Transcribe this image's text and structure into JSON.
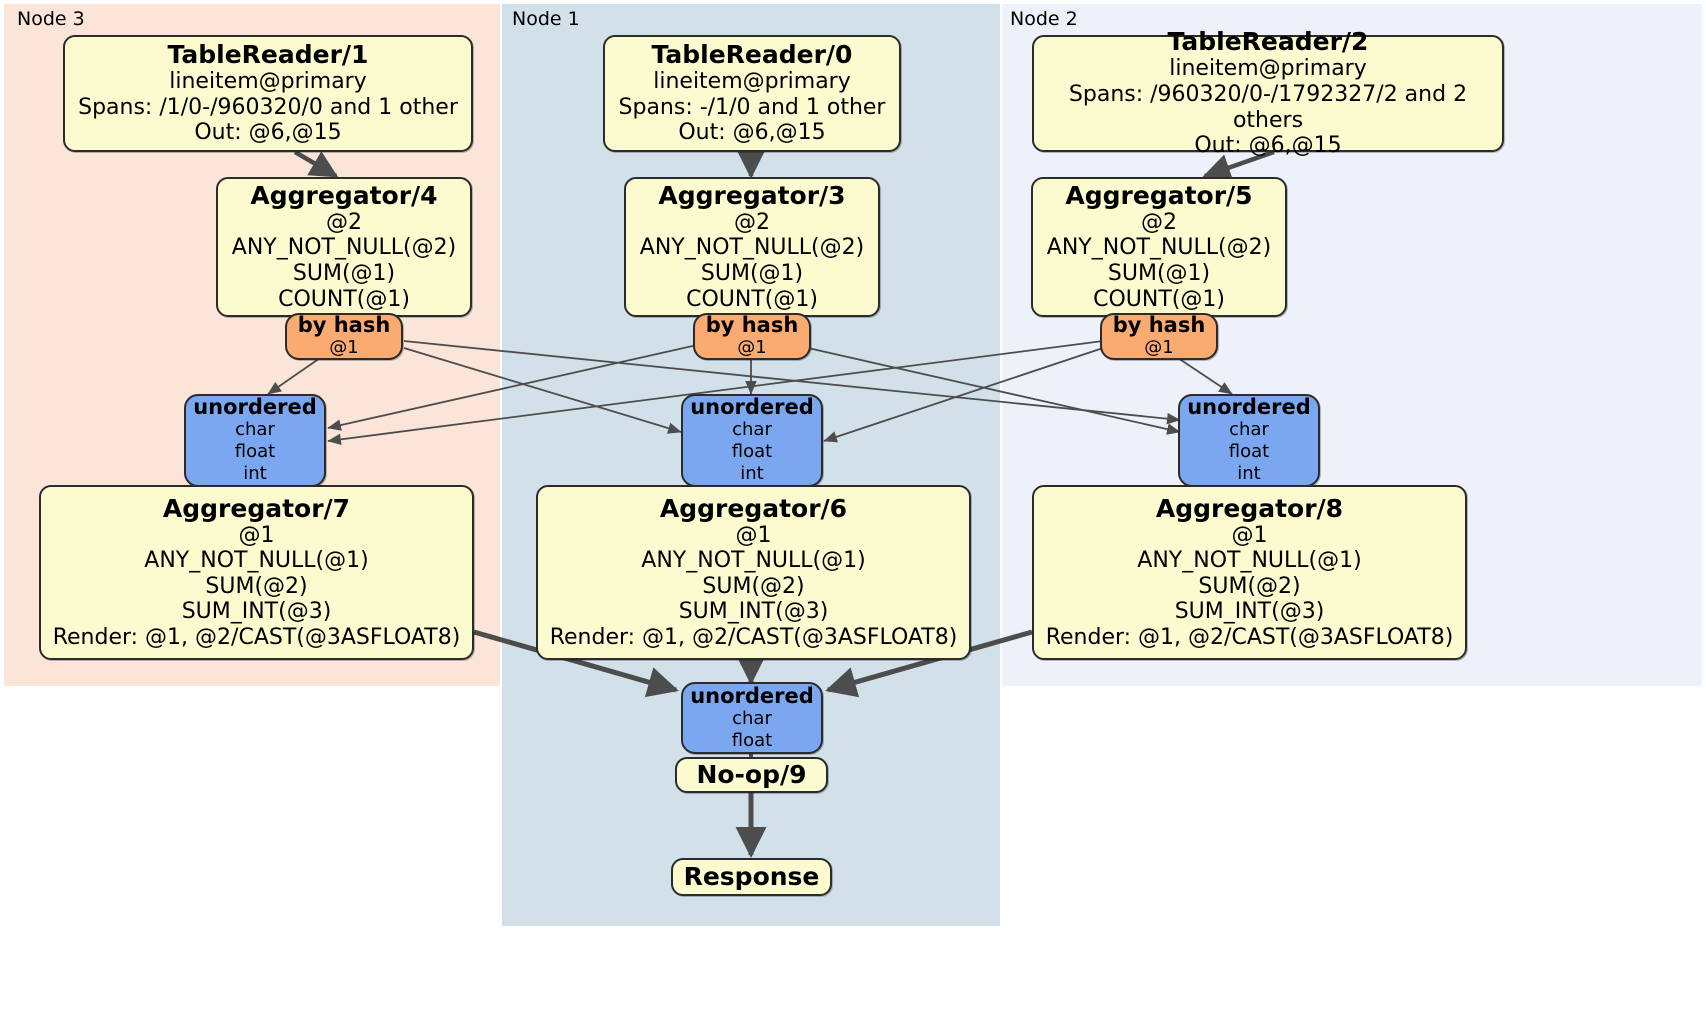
{
  "diagram": {
    "type": "distributed-query-plan",
    "colors": {
      "node3_bg": "#fbe4d8",
      "node1_bg": "#d2e0ea",
      "node2_bg": "#edf1fa",
      "processor_fill": "#fbfbcf",
      "hash_router_fill": "#f9ab72",
      "unordered_router_fill": "#7aa7f0",
      "border": "#2b2b2b",
      "edge": "#4d4d4d"
    }
  },
  "clusters": [
    {
      "id": "node3",
      "label": "Node 3"
    },
    {
      "id": "node1",
      "label": "Node 1"
    },
    {
      "id": "node2",
      "label": "Node 2"
    }
  ],
  "processors": {
    "tablereader1": {
      "title": "TableReader/1",
      "lines": [
        "lineitem@primary",
        "Spans: /1/0-/960320/0 and 1 other",
        "Out: @6,@15"
      ]
    },
    "tablereader0": {
      "title": "TableReader/0",
      "lines": [
        "lineitem@primary",
        "Spans: -/1/0 and 1 other",
        "Out: @6,@15"
      ]
    },
    "tablereader2": {
      "title": "TableReader/2",
      "lines": [
        "lineitem@primary",
        "Spans: /960320/0-/1792327/2 and 2 others",
        "Out: @6,@15"
      ]
    },
    "aggregator4": {
      "title": "Aggregator/4",
      "lines": [
        "@2",
        "ANY_NOT_NULL(@2)",
        "SUM(@1)",
        "COUNT(@1)"
      ]
    },
    "aggregator3": {
      "title": "Aggregator/3",
      "lines": [
        "@2",
        "ANY_NOT_NULL(@2)",
        "SUM(@1)",
        "COUNT(@1)"
      ]
    },
    "aggregator5": {
      "title": "Aggregator/5",
      "lines": [
        "@2",
        "ANY_NOT_NULL(@2)",
        "SUM(@1)",
        "COUNT(@1)"
      ]
    },
    "aggregator7": {
      "title": "Aggregator/7",
      "lines": [
        "@1",
        "ANY_NOT_NULL(@1)",
        "SUM(@2)",
        "SUM_INT(@3)",
        "Render: @1, @2/CAST(@3ASFLOAT8)"
      ]
    },
    "aggregator6": {
      "title": "Aggregator/6",
      "lines": [
        "@1",
        "ANY_NOT_NULL(@1)",
        "SUM(@2)",
        "SUM_INT(@3)",
        "Render: @1, @2/CAST(@3ASFLOAT8)"
      ]
    },
    "aggregator8": {
      "title": "Aggregator/8",
      "lines": [
        "@1",
        "ANY_NOT_NULL(@1)",
        "SUM(@2)",
        "SUM_INT(@3)",
        "Render: @1, @2/CAST(@3ASFLOAT8)"
      ]
    },
    "noop9": {
      "title": "No-op/9",
      "lines": []
    },
    "response": {
      "title": "Response",
      "lines": []
    }
  },
  "routers": {
    "hash_left": {
      "title": "by hash",
      "lines": [
        "@1"
      ]
    },
    "hash_mid": {
      "title": "by hash",
      "lines": [
        "@1"
      ]
    },
    "hash_right": {
      "title": "by hash",
      "lines": [
        "@1"
      ]
    },
    "unord_left": {
      "title": "unordered",
      "lines": [
        "char",
        "float",
        "int"
      ]
    },
    "unord_mid": {
      "title": "unordered",
      "lines": [
        "char",
        "float",
        "int"
      ]
    },
    "unord_right": {
      "title": "unordered",
      "lines": [
        "char",
        "float",
        "int"
      ]
    },
    "unord_final": {
      "title": "unordered",
      "lines": [
        "char",
        "float"
      ]
    }
  }
}
